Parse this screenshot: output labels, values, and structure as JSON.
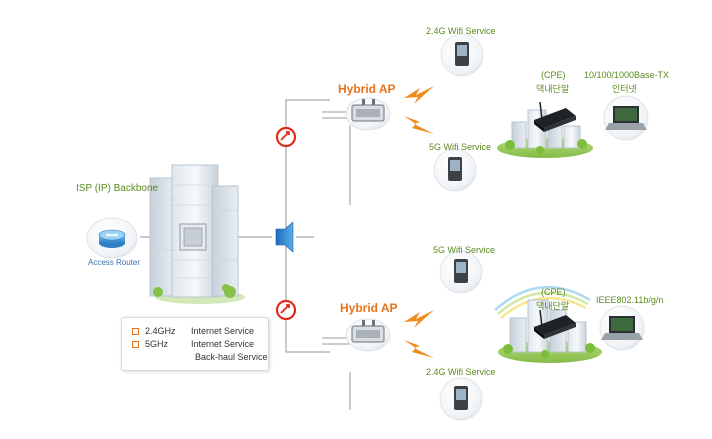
{
  "labels": {
    "isp_backbone": "ISP (IP) Backbone",
    "access_router": "Access Router",
    "hybrid_ap_top": "Hybrid AP",
    "hybrid_ap_bottom": "Hybrid AP",
    "wifi_24_top": "2.4G Wifi Service",
    "wifi_5_top": "5G Wifi Service",
    "wifi_5_bottom": "5G Wifi Service",
    "wifi_24_bottom": "2.4G Wifi Service",
    "cpe_top_line1": "(CPE)",
    "cpe_top_line2": "댁내단말",
    "cpe_bottom_line1": "(CPE)",
    "cpe_bottom_line2": "댁내단말",
    "ethernet_line1": "10/100/1000Base-TX",
    "ethernet_line2": "인터넷",
    "ieee": "IEEE802.11b/g/n"
  },
  "legend": {
    "row1_band": "2.4GHz",
    "row1_service": "Internet Service",
    "row2_band": "5GHz",
    "row2_service": "Internet Service",
    "row3_service": "Back-haul Service"
  },
  "colors": {
    "accent_orange": "#e8731c",
    "bolt_orange": "#f28a1e",
    "signal_red": "#e02a1a",
    "line_gray": "#a8a8a8",
    "label_green": "#5a8a1f",
    "label_blue": "#3b6ea8",
    "splitter_blue": "#2f7fd0"
  },
  "icons": [
    "building-icon",
    "access-router-icon",
    "splitter-icon",
    "signal-meter-icon",
    "hybrid-ap-icon",
    "lightning-icon",
    "phone-icon",
    "cpe-router-icon",
    "laptop-icon",
    "city-cluster-icon",
    "rainbow-icon"
  ]
}
